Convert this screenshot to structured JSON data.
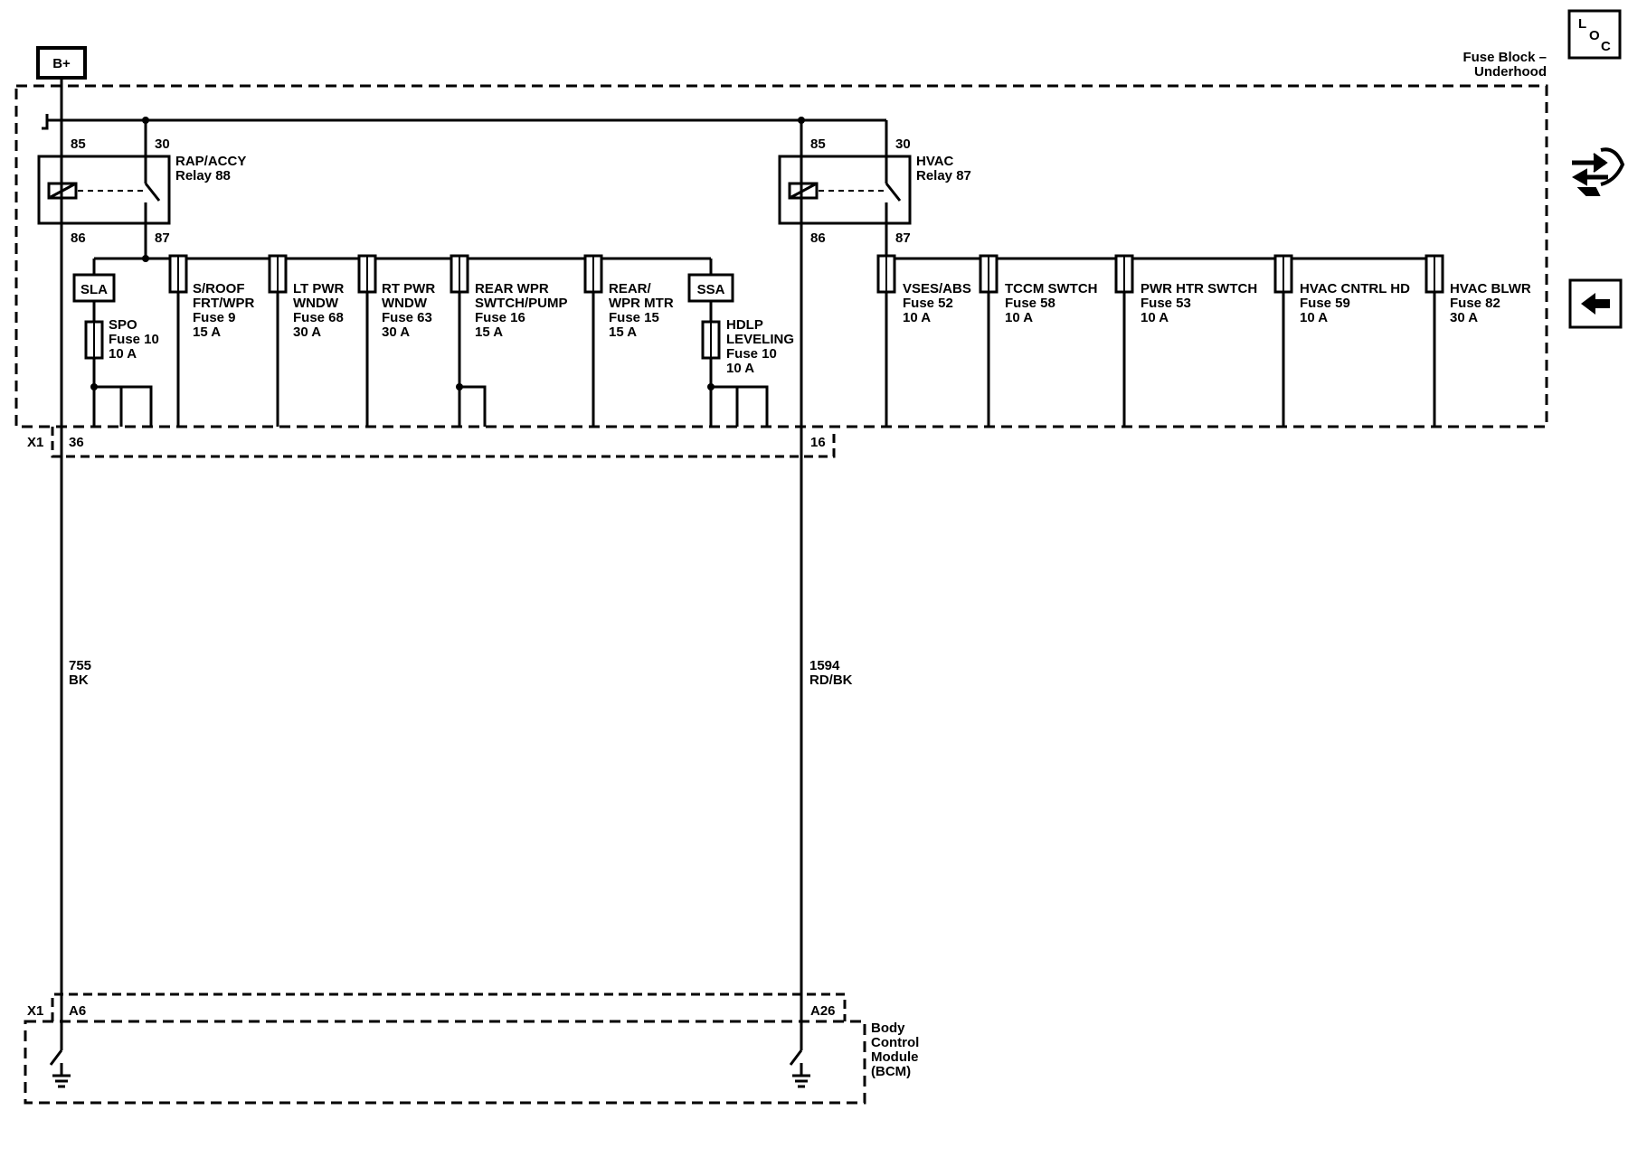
{
  "title": {
    "line1": "Fuse Block –",
    "line2": "Underhood"
  },
  "bplus": "B+",
  "icons": {
    "loc": {
      "l": "L",
      "o": "O",
      "c": "C"
    }
  },
  "relays": [
    {
      "name1": "RAP/ACCY",
      "name2": "Relay 88",
      "pins": [
        "85",
        "30",
        "86",
        "87"
      ]
    },
    {
      "name1": "HVAC",
      "name2": "Relay 87",
      "pins": [
        "85",
        "30",
        "86",
        "87"
      ]
    }
  ],
  "badges": {
    "sla": "SLA",
    "ssa": "SSA"
  },
  "fuses": [
    {
      "lines": [
        "SPO",
        "Fuse 10",
        "10 A"
      ]
    },
    {
      "lines": [
        "S/ROOF",
        "FRT/WPR",
        "Fuse 9",
        "15 A"
      ]
    },
    {
      "lines": [
        "LT PWR",
        "WNDW",
        "Fuse 68",
        "30 A"
      ]
    },
    {
      "lines": [
        "RT PWR",
        "WNDW",
        "Fuse 63",
        "30 A"
      ]
    },
    {
      "lines": [
        "REAR WPR",
        "SWTCH/PUMP",
        "Fuse 16",
        "15 A"
      ]
    },
    {
      "lines": [
        "REAR/",
        "WPR MTR",
        "Fuse 15",
        "15 A"
      ]
    },
    {
      "lines": [
        "HDLP",
        "LEVELING",
        "Fuse 10",
        "10 A"
      ]
    },
    {
      "lines": [
        "VSES/ABS",
        "Fuse 52",
        "10 A"
      ]
    },
    {
      "lines": [
        "TCCM SWTCH",
        "Fuse 58",
        "10 A"
      ]
    },
    {
      "lines": [
        "PWR HTR SWTCH",
        "Fuse 53",
        "10 A"
      ]
    },
    {
      "lines": [
        "HVAC CNTRL HD",
        "Fuse 59",
        "10 A"
      ]
    },
    {
      "lines": [
        "HVAC BLWR",
        "Fuse 82",
        "30 A"
      ]
    }
  ],
  "connectors": {
    "top": {
      "name": "X1",
      "pin_left": "36",
      "pin_right": "16"
    },
    "bottom": {
      "name": "X1",
      "pin_left": "A6",
      "pin_right": "A26"
    }
  },
  "wires": [
    {
      "circuit": "755",
      "color": "BK"
    },
    {
      "circuit": "1594",
      "color": "RD/BK"
    }
  ],
  "bcm": {
    "lines": [
      "Body",
      "Control",
      "Module",
      "(BCM)"
    ]
  }
}
